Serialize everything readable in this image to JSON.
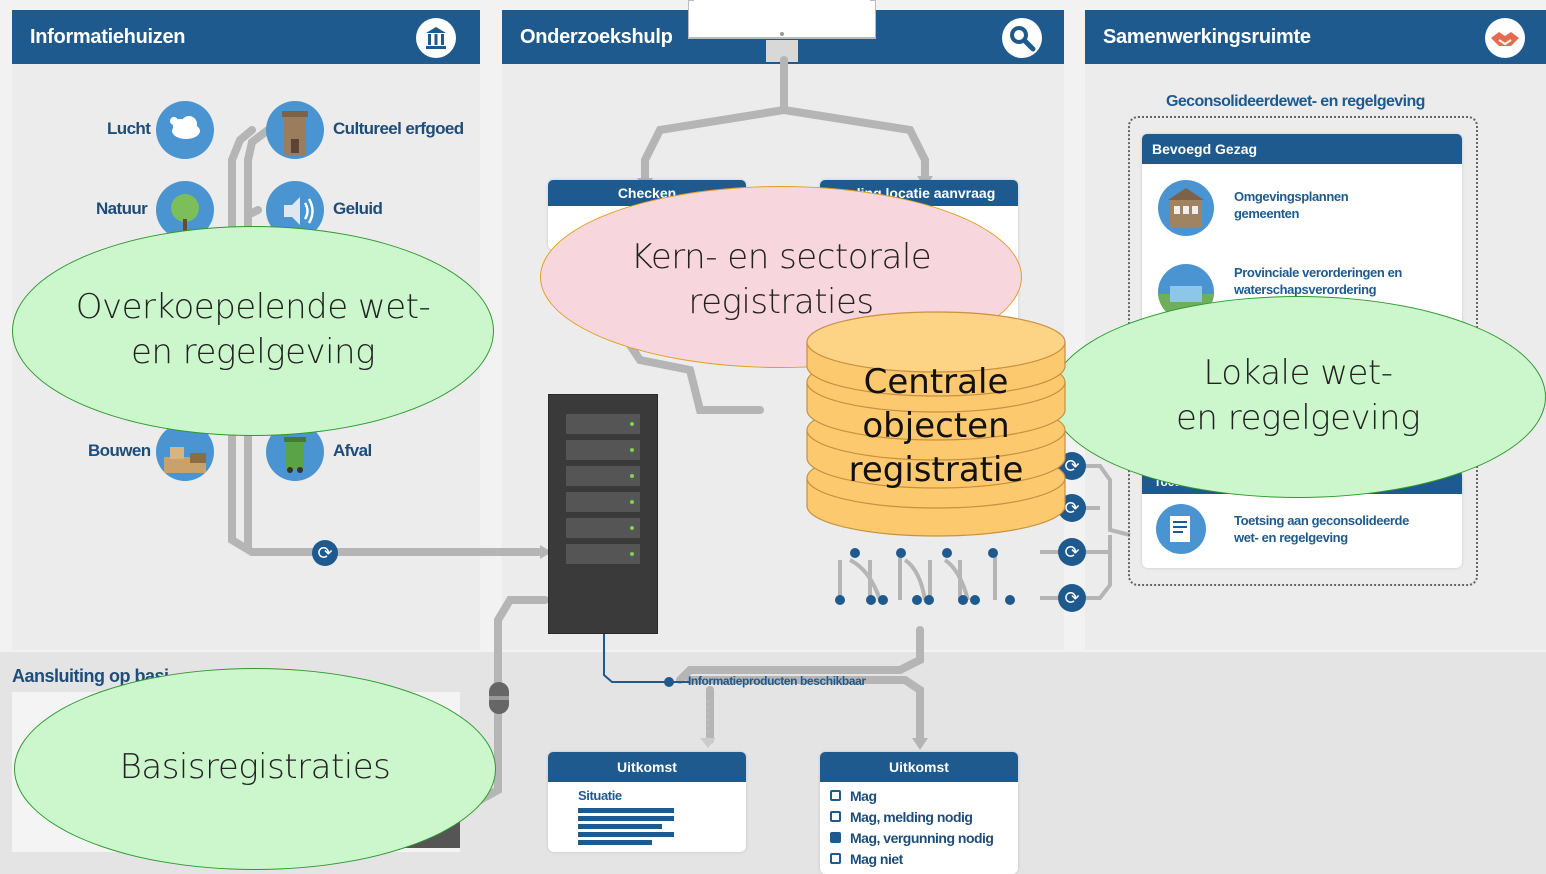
{
  "panels": {
    "left": {
      "title": "Informatiehuizen"
    },
    "middle": {
      "title": "Onderzoekshulp"
    },
    "right": {
      "title": "Samenwerkingsruimte"
    }
  },
  "left_items": {
    "lucht": "Lucht",
    "natuur": "Natuur",
    "bouwen": "Bouwen",
    "cultureel": "Cultureel erfgoed",
    "geluid": "Geluid",
    "afval": "Afval"
  },
  "aansluiting": "Aansluiting op basi",
  "middle_cards": {
    "checken": "Checken",
    "locatie": "…ling locatie aanvraag",
    "info_label": "Informatieproducten beschikbaar",
    "uitkomst1": {
      "title": "Uitkomst",
      "subtitle": "Situatie"
    },
    "uitkomst2": {
      "title": "Uitkomst",
      "items": [
        "Mag",
        "Mag, melding nodig",
        "Mag, vergunning nodig",
        "Mag niet"
      ]
    }
  },
  "right_panel": {
    "dotted_title": "Geconsolideerdewet- en regelgeving",
    "bevoegd": "Bevoegd Gezag",
    "item1": "Omgevingsplannen gemeenten",
    "item2": "Provinciale verorderingen en waterschapsverordering",
    "toetsing_head": "Toetsing",
    "toetsing": "Toetsing aan geconsolideerde wet- en regelgeving"
  },
  "overlays": {
    "overkoepelend": [
      "Overkoepelende wet-",
      "en regelgeving"
    ],
    "kern": [
      "Kern- en sectorale",
      "registraties"
    ],
    "centrale": [
      "Centrale",
      "objecten",
      "registratie"
    ],
    "lokale": [
      "Lokale wet-",
      "en regelgeving"
    ],
    "basis": "Basisregistraties"
  },
  "colors": {
    "brand": "#1e5a8e",
    "green_fill": "#ccf7cc",
    "pink_fill": "#f8d6dd",
    "db_fill": "#fdd27a"
  }
}
